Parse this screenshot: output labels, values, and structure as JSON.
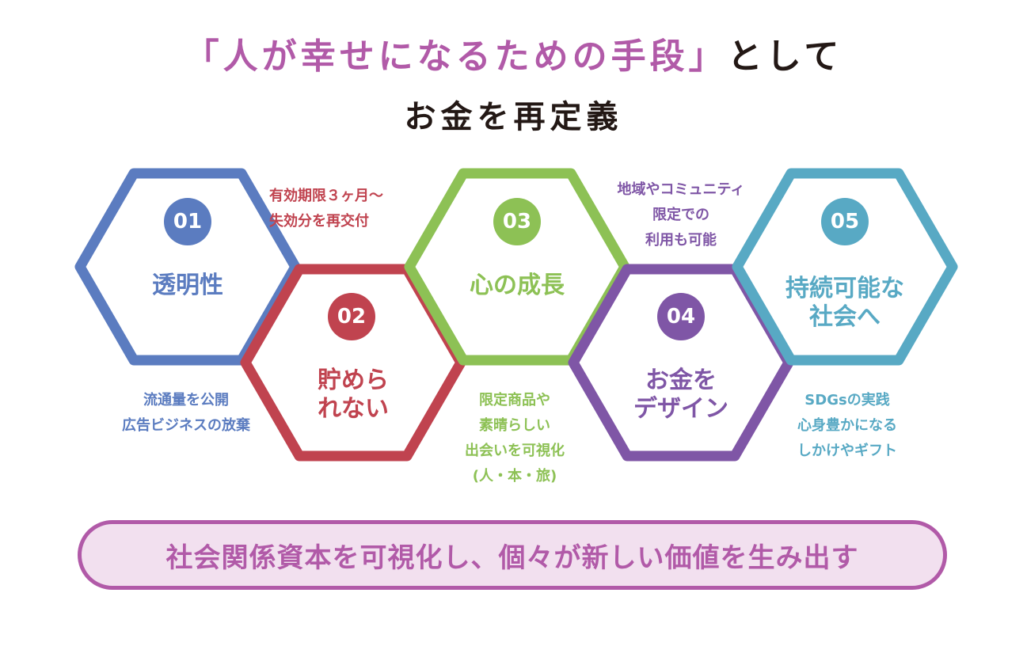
{
  "header": {
    "title_accent": "「人が幸せになるための手段」",
    "title_rest": "として",
    "subtitle": "お金を再定義"
  },
  "colors": {
    "accent_pink": "#b15aa8",
    "hex_01": "#5b7cc0",
    "hex_02": "#c0434f",
    "hex_03": "#8dc155",
    "hex_04": "#7f56a6",
    "hex_05": "#58a9c4",
    "text_dark": "#231815",
    "banner_fill": "#f2e0ef"
  },
  "hexagons": [
    {
      "number": "01",
      "label_line1": "透明性",
      "label_line2": "",
      "color": "#5b7cc0",
      "note": [
        "流通量を公開",
        "広告ビジネスの放棄"
      ]
    },
    {
      "number": "02",
      "label_line1": "貯めら",
      "label_line2": "れない",
      "color": "#c0434f",
      "note": [
        "有効期限３ヶ月〜",
        "失効分を再交付"
      ]
    },
    {
      "number": "03",
      "label_line1": "心の成長",
      "label_line2": "",
      "color": "#8dc155",
      "note": [
        "限定商品や",
        "素晴らしい",
        "出会いを可視化",
        "(人・本・旅)"
      ]
    },
    {
      "number": "04",
      "label_line1": "お金を",
      "label_line2": "デザイン",
      "color": "#7f56a6",
      "note": [
        "地域やコミュニティ",
        "限定での",
        "利用も可能"
      ]
    },
    {
      "number": "05",
      "label_line1": "持続可能な",
      "label_line2": "社会へ",
      "color": "#58a9c4",
      "note": [
        "SDGsの実践",
        "心身豊かになる",
        "しかけやギフト"
      ]
    }
  ],
  "banner": {
    "text": "社会関係資本を可視化し、個々が新しい価値を生み出す"
  }
}
